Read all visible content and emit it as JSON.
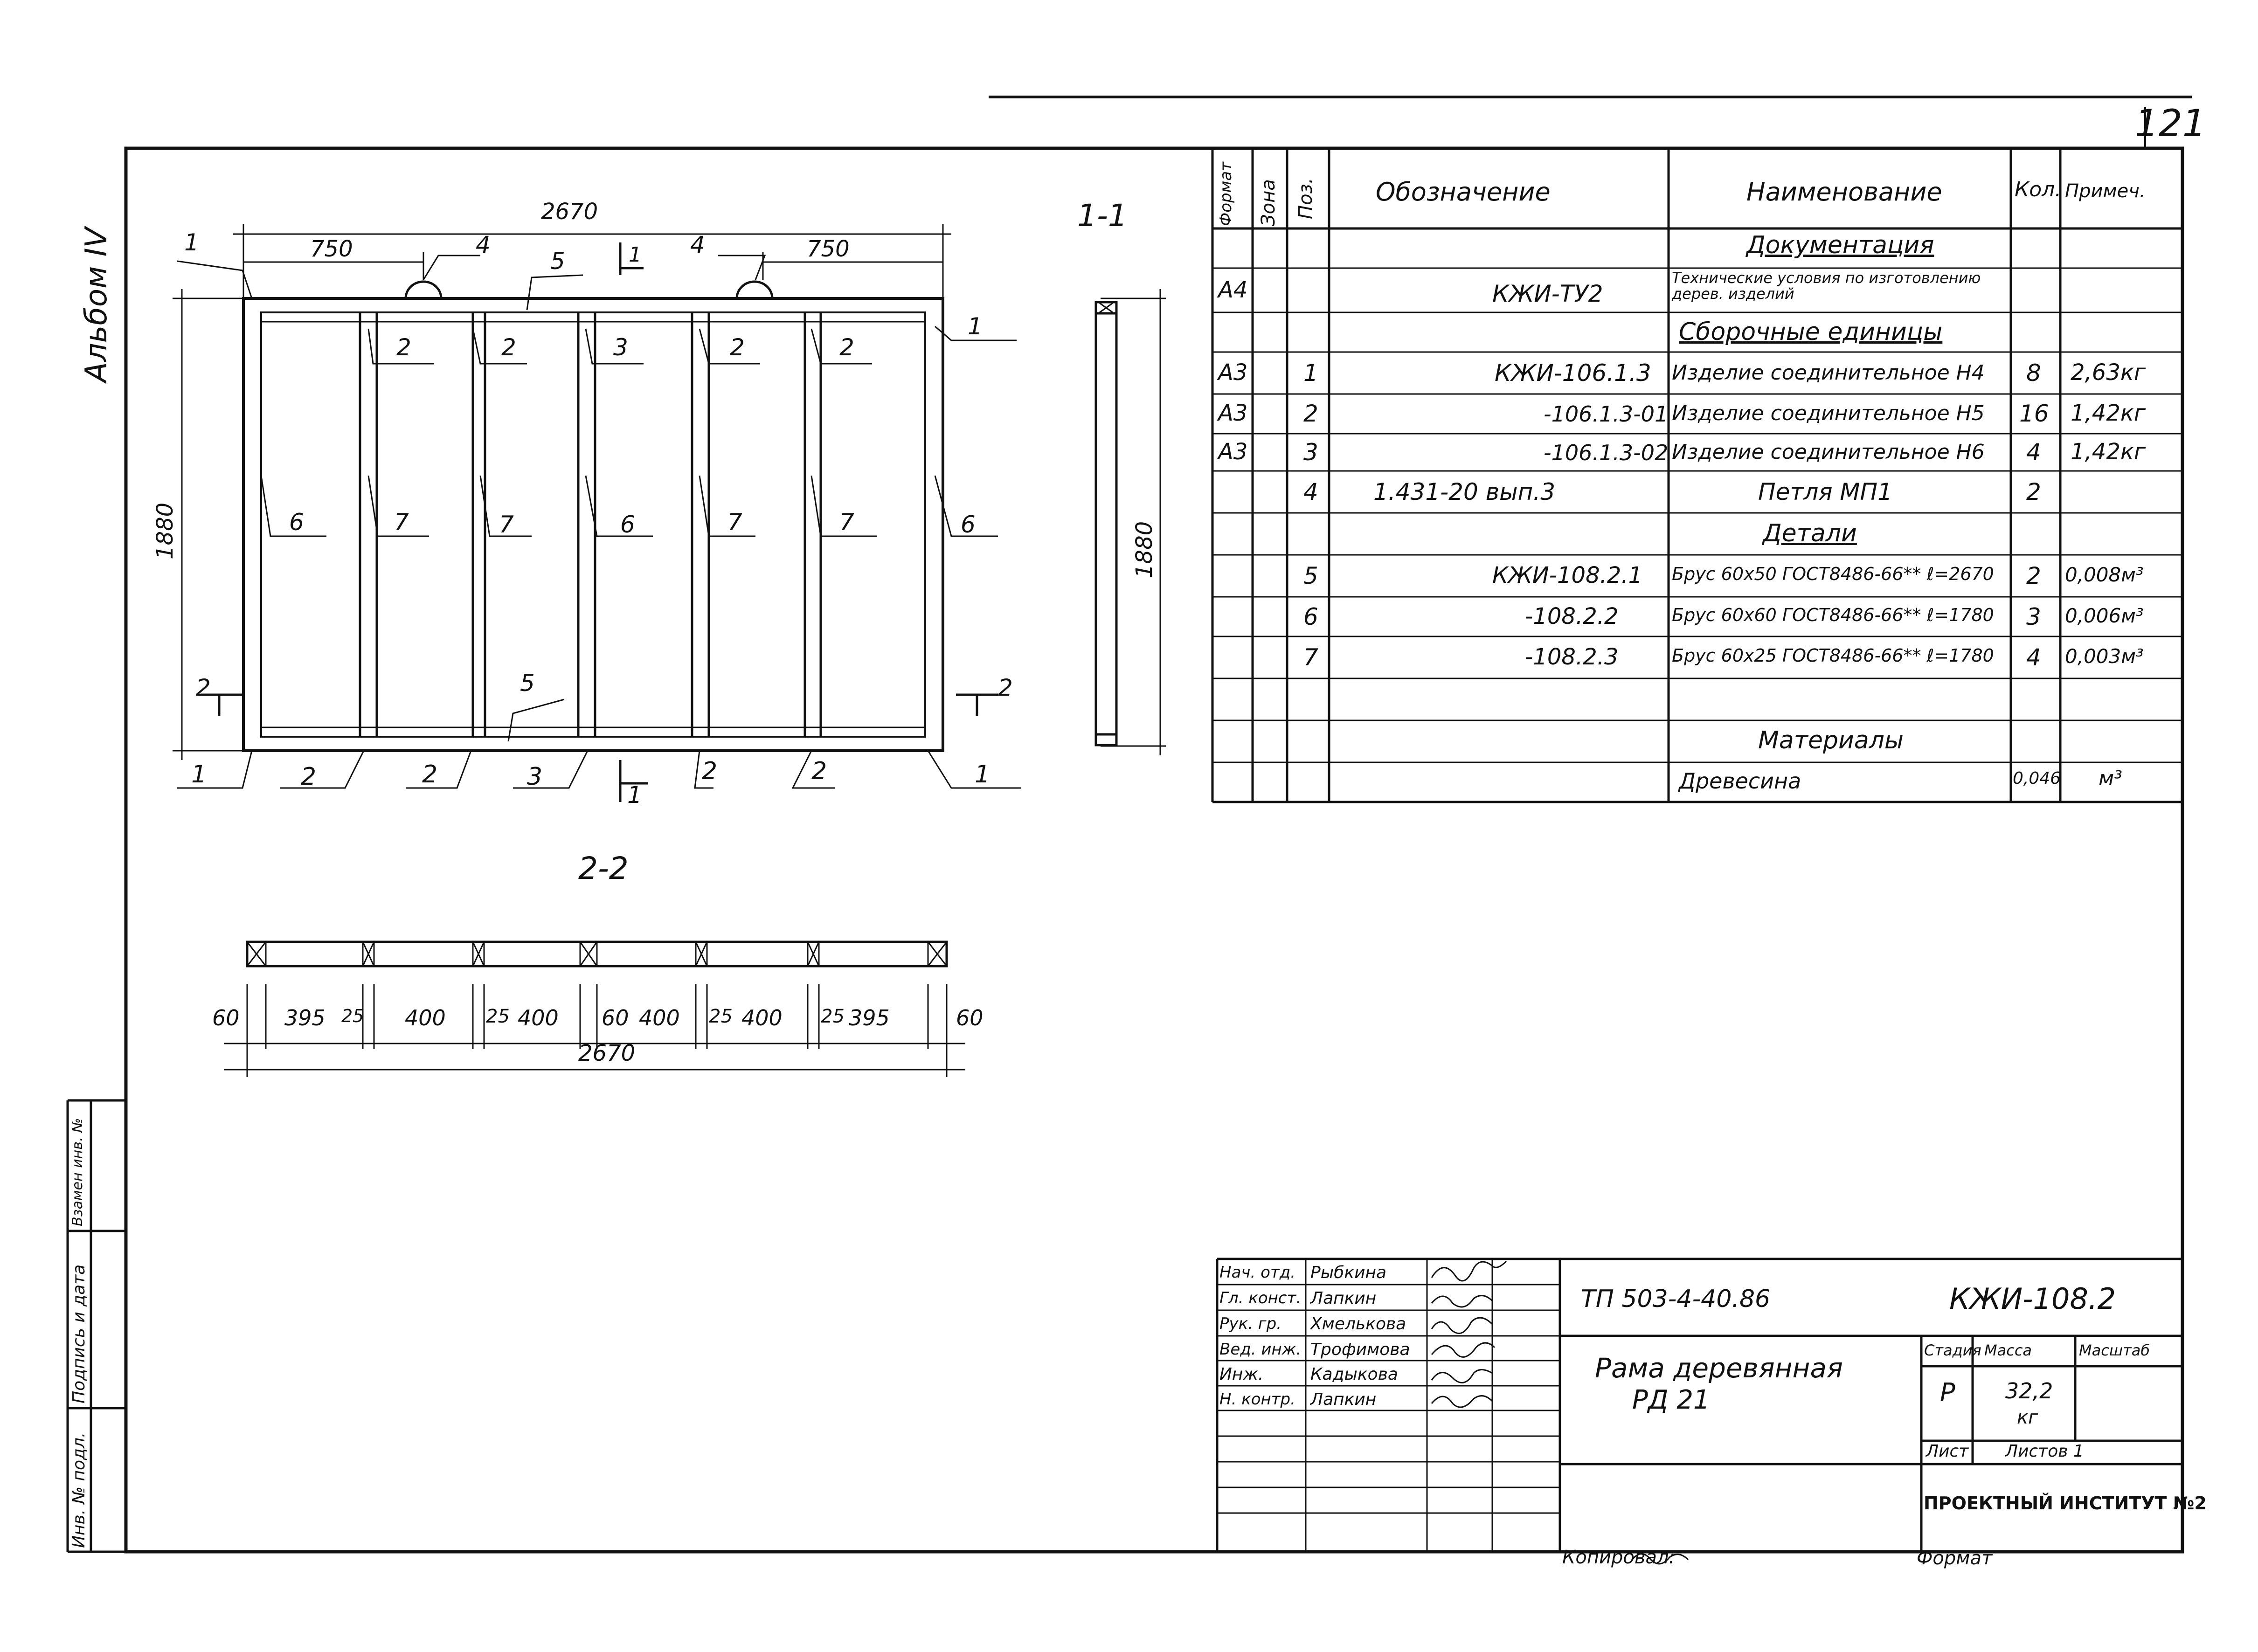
{
  "sheet_number": "121",
  "album_label": "Альбом IV",
  "left_stamp": [
    "Инв. № подл.",
    "Подпись и дата",
    "Взамен инв. №"
  ],
  "dims": {
    "frame_width": "2670",
    "frame_height": "1880",
    "left_offset": "750",
    "right_offset": "750",
    "section_height": "1880",
    "bottom_segments": [
      "60",
      "395",
      "25",
      "400",
      "25",
      "400",
      "60",
      "400",
      "25",
      "400",
      "25",
      "395",
      "60"
    ],
    "bottom_total": "2670"
  },
  "sections": {
    "s11": "1-1",
    "s22": "2-2",
    "cut_marks": [
      "1",
      "1",
      "2",
      "2"
    ]
  },
  "callouts": {
    "top": [
      "1",
      "4",
      "5",
      "4"
    ],
    "upper": [
      "2",
      "2",
      "3",
      "2",
      "2",
      "1"
    ],
    "middle": [
      "6",
      "7",
      "7",
      "6",
      "7",
      "7",
      "6"
    ],
    "lower_five": "5",
    "bottom": [
      "1",
      "2",
      "2",
      "3",
      "2",
      "2",
      "1"
    ]
  },
  "spec": {
    "headers": [
      "Формат",
      "Зона",
      "Поз.",
      "Обозначение",
      "Наименование",
      "Кол.",
      "Примеч."
    ],
    "rows": [
      {
        "fmt": "",
        "zone": "",
        "pos": "",
        "des": "",
        "name": "Документация",
        "qty": "",
        "note": "",
        "section": true
      },
      {
        "fmt": "А4",
        "zone": "",
        "pos": "",
        "des": "КЖИ-ТУ2",
        "name": "Технические условия по изготовлению дерев. изделий",
        "qty": "",
        "note": ""
      },
      {
        "fmt": "",
        "zone": "",
        "pos": "",
        "des": "",
        "name": "Сборочные единицы",
        "qty": "",
        "note": "",
        "section": true
      },
      {
        "fmt": "А3",
        "zone": "",
        "pos": "1",
        "des": "КЖИ-106.1.3",
        "name": "Изделие соединительное Н4",
        "qty": "8",
        "note": "2,63кг"
      },
      {
        "fmt": "А3",
        "zone": "",
        "pos": "2",
        "des": "-106.1.3-01",
        "name": "Изделие соединительное Н5",
        "qty": "16",
        "note": "1,42кг"
      },
      {
        "fmt": "А3",
        "zone": "",
        "pos": "3",
        "des": "-106.1.3-02",
        "name": "Изделие соединительное Н6",
        "qty": "4",
        "note": "1,42кг"
      },
      {
        "fmt": "",
        "zone": "",
        "pos": "4",
        "des": "1.431-20 вып.3",
        "name": "Петля МП1",
        "qty": "2",
        "note": ""
      },
      {
        "fmt": "",
        "zone": "",
        "pos": "",
        "des": "",
        "name": "Детали",
        "qty": "",
        "note": "",
        "section": true
      },
      {
        "fmt": "",
        "zone": "",
        "pos": "5",
        "des": "КЖИ-108.2.1",
        "name": "Брус 60х50 ГОСТ8486-66** ℓ=2670",
        "qty": "2",
        "note": "0,008м³"
      },
      {
        "fmt": "",
        "zone": "",
        "pos": "6",
        "des": "-108.2.2",
        "name": "Брус 60х60 ГОСТ8486-66** ℓ=1780",
        "qty": "3",
        "note": "0,006м³"
      },
      {
        "fmt": "",
        "zone": "",
        "pos": "7",
        "des": "-108.2.3",
        "name": "Брус 60х25 ГОСТ8486-66** ℓ=1780",
        "qty": "4",
        "note": "0,003м³"
      },
      {
        "fmt": "",
        "zone": "",
        "pos": "",
        "des": "",
        "name": "",
        "qty": "",
        "note": ""
      },
      {
        "fmt": "",
        "zone": "",
        "pos": "",
        "des": "",
        "name": "Материалы",
        "qty": "",
        "note": "",
        "section": true
      },
      {
        "fmt": "",
        "zone": "",
        "pos": "",
        "des": "",
        "name": "Древесина",
        "qty": "0,046",
        "note": "м³"
      }
    ]
  },
  "title_block": {
    "roles": [
      {
        "role": "Нач. отд.",
        "name": "Рыбкина"
      },
      {
        "role": "Гл. конст.",
        "name": "Лапкин"
      },
      {
        "role": "Рук. гр.",
        "name": "Хмелькова"
      },
      {
        "role": "Вед. инж.",
        "name": "Трофимова"
      },
      {
        "role": "Инж.",
        "name": "Кадыкова"
      },
      {
        "role": "Н. контр.",
        "name": "Лапкин"
      }
    ],
    "project": "ТП 503-4-40.86",
    "code": "КЖИ-108.2",
    "title_line1": "Рама деревянная",
    "title_line2": "РД 21",
    "stage_label": "Стадия",
    "mass_label": "Масса",
    "scale_label": "Масштаб",
    "stage": "Р",
    "mass": "32,2",
    "mass_unit": "кг",
    "sheet_label": "Лист",
    "sheets_label": "Листов 1",
    "org": "ПРОЕКТНЫЙ ИНСТИТУТ №2"
  },
  "footer": {
    "copied": "Копировал:",
    "format": "Формат"
  }
}
